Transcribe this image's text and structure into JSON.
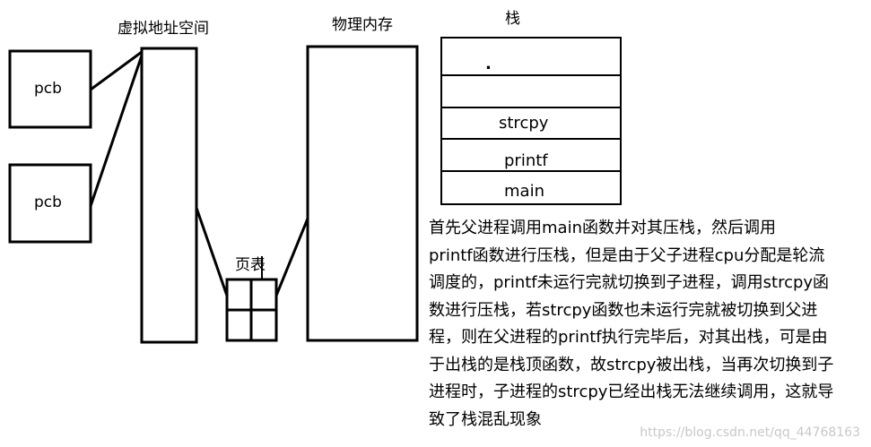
{
  "labels": {
    "virtual_space": "虚拟地址空间",
    "physical_memory": "物理内存",
    "stack": "栈",
    "page_table": "页表",
    "pcb_1": "pcb",
    "pcb_2": "pcb"
  },
  "stack_frames": [
    ".",
    "",
    "strcpy",
    "printf",
    "main"
  ],
  "description": "首先父进程调用main函数并对其压栈，然后调用\nprintf函数进行压栈，但是由于父子进程cpu分配是轮流\n调度的，printf未运行完就切换到子进程，调用strcpy函\n数进行压栈，若strcpy函数也未运行完就被切换到父进\n程，则在父进程的printf执行完毕后，对其出栈，可是由\n于出栈的是栈顶函数，故strcpy被出栈，当再次切换到子\n进程时，子进程的strcpy已经出栈无法继续调用，这就导\n致了栈混乱现象",
  "watermark": "https://blog.csdn.net/qq_44768163"
}
